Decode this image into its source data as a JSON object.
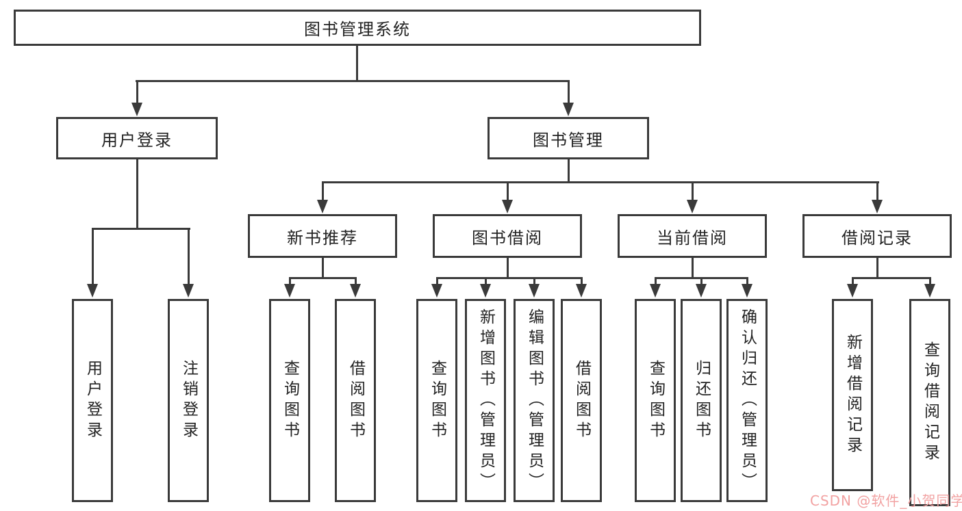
{
  "diagram": {
    "type": "hierarchy-chart",
    "root": {
      "label": "图书管理系统"
    },
    "login": {
      "label": "用户登录",
      "children": [
        {
          "label": "用户登录"
        },
        {
          "label": "注销登录"
        }
      ]
    },
    "management": {
      "label": "图书管理",
      "sections": [
        {
          "label": "新书推荐",
          "children": [
            {
              "label": "查询图书"
            },
            {
              "label": "借阅图书"
            }
          ]
        },
        {
          "label": "图书借阅",
          "children": [
            {
              "label": "查询图书"
            },
            {
              "label": "新增图书（管理员）"
            },
            {
              "label": "编辑图书（管理员）"
            },
            {
              "label": "借阅图书"
            }
          ]
        },
        {
          "label": "当前借阅",
          "children": [
            {
              "label": "查询图书"
            },
            {
              "label": "归还图书"
            },
            {
              "label": "确认归还（管理员）"
            }
          ]
        },
        {
          "label": "借阅记录",
          "children": [
            {
              "label": "新增借阅记录"
            },
            {
              "label": "查询借阅记录"
            }
          ]
        }
      ]
    }
  },
  "watermark": {
    "text": "CSDN @软件_小贺同学",
    "color": "#f2a2a2"
  },
  "colors": {
    "line": "#3a3a3a",
    "text": "#222222",
    "background": "#ffffff"
  }
}
